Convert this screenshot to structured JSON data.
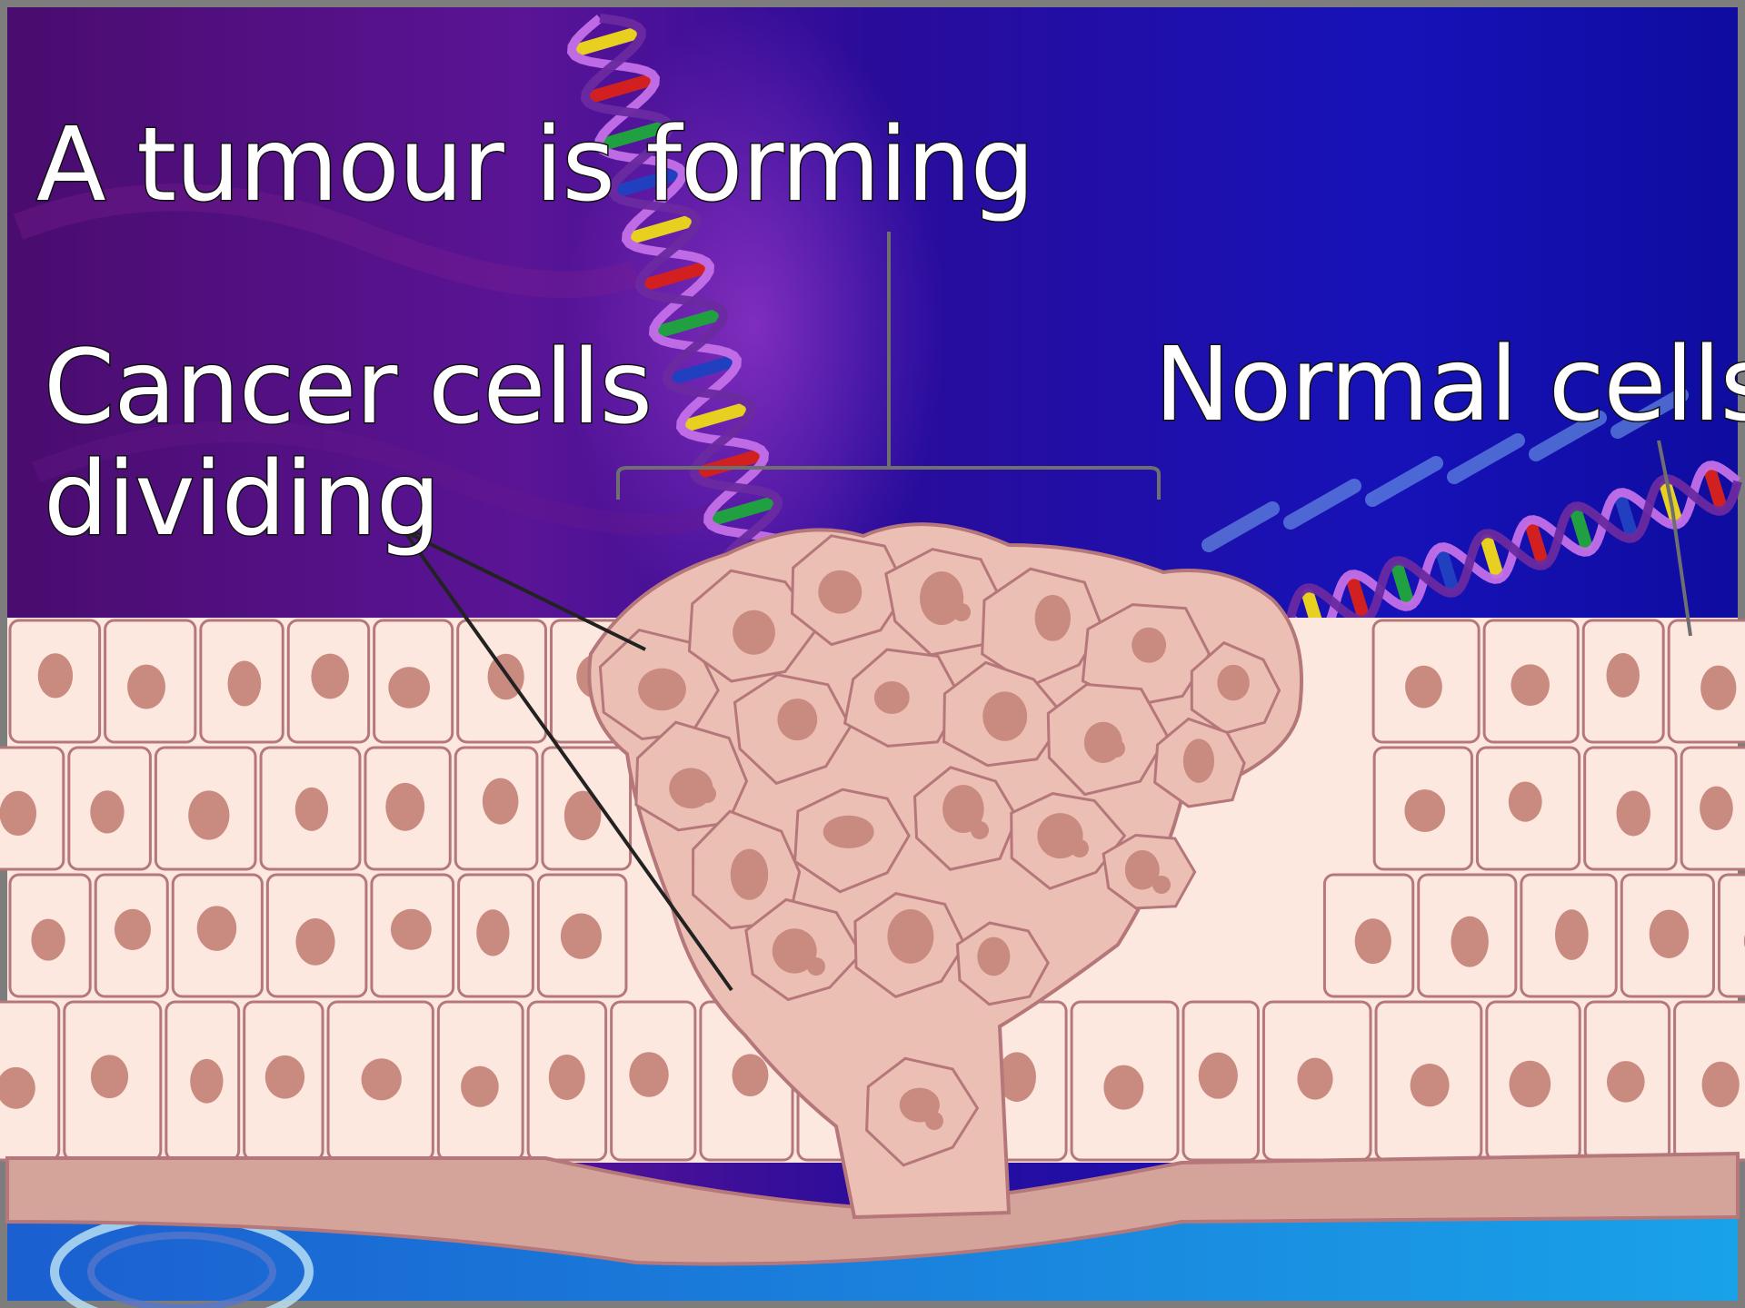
{
  "labels": {
    "tumour": "A tumour is forming",
    "cancer_line1": "Cancer cells",
    "cancer_line2": "dividing",
    "normal": "Normal cells"
  },
  "colors": {
    "bg_purple": "#3d0a7a",
    "bg_magenta": "#5b1a8c",
    "bg_blue": "#1010b8",
    "bg_bottom": "#1a6fd6",
    "normal_cell_fill": "#fde8e0",
    "tumour_cell_fill": "#ebbfb4",
    "cell_edge": "#b5777a",
    "nucleus": "#c98a80",
    "basement": "#d4a49b",
    "frame": "#7d7d7d"
  },
  "icons": [
    "dna-helix-left",
    "dna-helix-right",
    "dna-helix-bottom"
  ]
}
